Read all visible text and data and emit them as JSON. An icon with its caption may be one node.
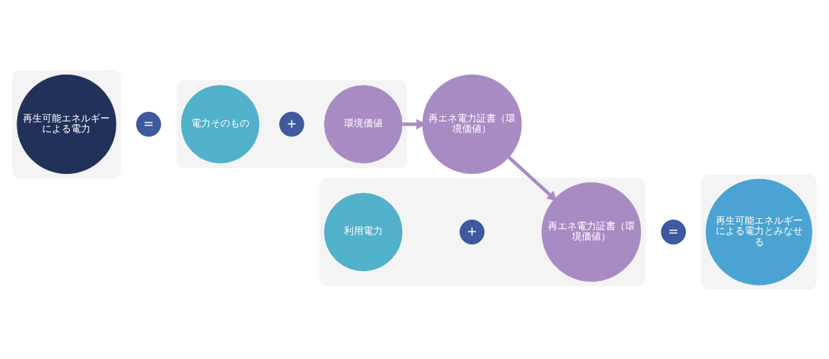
{
  "diagram": {
    "nodes": [
      {
        "text": [],
        "shape": "box"
      },
      {
        "text": [
          "再生可能エネルギーによる電力"
        ],
        "in": 0
      },
      {
        "text": [
          "="
        ]
      },
      {
        "text": [],
        "shape": "box"
      },
      {
        "text": [
          "電力そのもの"
        ],
        "in": 3
      },
      {
        "text": [
          "+"
        ],
        "in": 3
      },
      {
        "text": [
          "環境価値"
        ],
        "in": 3
      },
      {
        "text": [
          "再エネ電力証書（環境価値）"
        ]
      },
      {
        "text": [],
        "shape": "box"
      },
      {
        "text": [
          "利用電力"
        ],
        "in": 8
      },
      {
        "text": [
          "+"
        ],
        "in": 8
      },
      {
        "text": [
          "再エネ電力証書（環境価値）"
        ],
        "in": 8
      },
      {
        "text": [
          "="
        ]
      },
      {
        "text": [],
        "shape": "box"
      },
      {
        "text": [
          "再生可能エネルギーによる電力とみなせる"
        ],
        "in": 13
      }
    ],
    "edges": [
      {
        "from": 6,
        "to": 7,
        "arrow": "to"
      },
      {
        "from": 7,
        "to": 11,
        "arrow": "to"
      }
    ]
  }
}
